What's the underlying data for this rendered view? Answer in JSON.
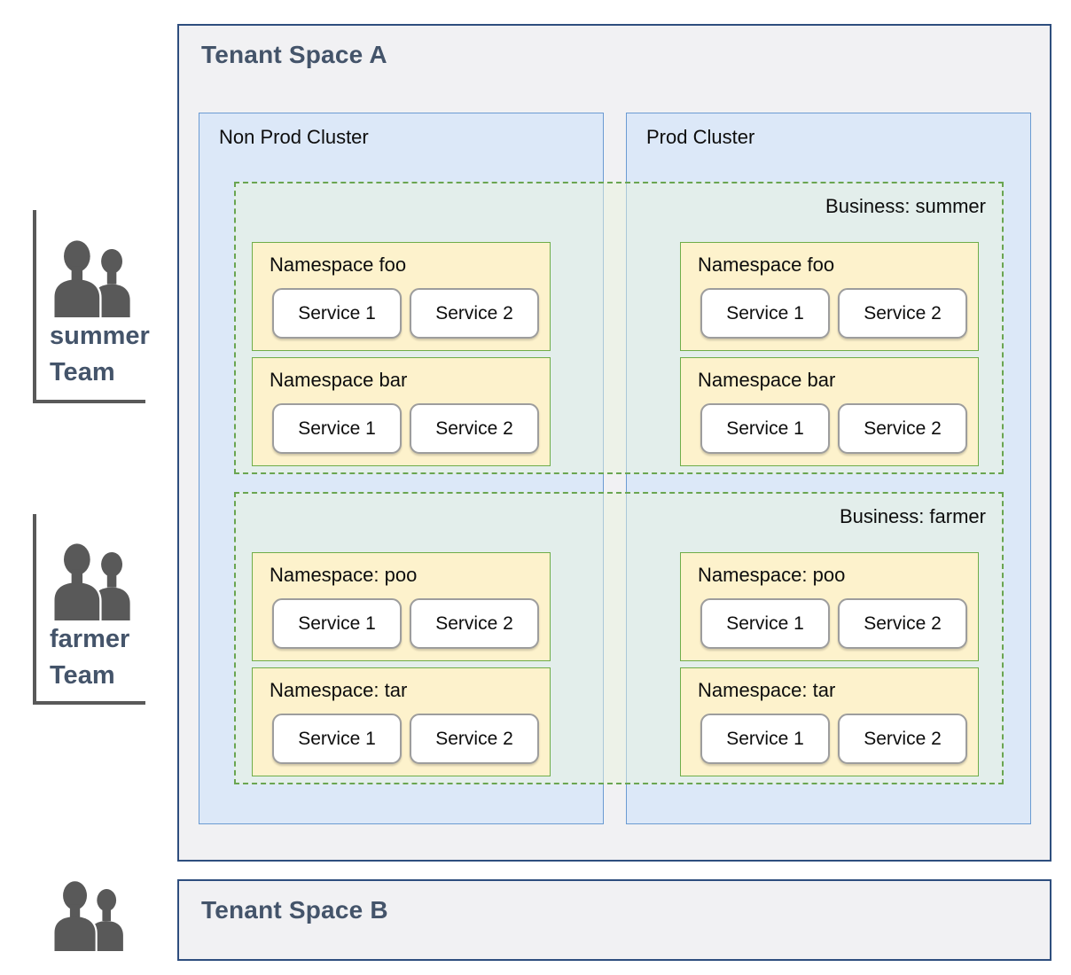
{
  "teams": [
    {
      "line1": "summer",
      "line2": "Team"
    },
    {
      "line1": "farmer",
      "line2": "Team"
    }
  ],
  "tenant_a": {
    "title": "Tenant Space A",
    "clusters": [
      {
        "label": "Non Prod Cluster"
      },
      {
        "label": "Prod Cluster"
      }
    ],
    "businesses": [
      {
        "label": "Business: summer",
        "columns": {
          "nonprod": [
            {
              "label": "Namespace foo",
              "services": [
                "Service 1",
                "Service 2"
              ]
            },
            {
              "label": "Namespace bar",
              "services": [
                "Service 1",
                "Service 2"
              ]
            }
          ],
          "prod": [
            {
              "label": "Namespace foo",
              "services": [
                "Service 1",
                "Service 2"
              ]
            },
            {
              "label": "Namespace bar",
              "services": [
                "Service 1",
                "Service 2"
              ]
            }
          ]
        }
      },
      {
        "label": "Business: farmer",
        "columns": {
          "nonprod": [
            {
              "label": "Namespace: poo",
              "services": [
                "Service 1",
                "Service 2"
              ]
            },
            {
              "label": "Namespace: tar",
              "services": [
                "Service 1",
                "Service 2"
              ]
            }
          ],
          "prod": [
            {
              "label": "Namespace: poo",
              "services": [
                "Service 1",
                "Service 2"
              ]
            },
            {
              "label": "Namespace: tar",
              "services": [
                "Service 1",
                "Service 2"
              ]
            }
          ]
        }
      }
    ]
  },
  "tenant_b": {
    "title": "Tenant Space B"
  },
  "colors": {
    "tenant_fill": "#f1f1f3",
    "tenant_border": "#2e4e7e",
    "cluster_fill": "#dce8f8",
    "cluster_border": "#6b9bd2",
    "business_border": "#6aa551",
    "namespace_fill": "#fdf2cc",
    "namespace_border": "#6fad49",
    "service_border": "#9d9d9d",
    "title_text": "#44546a",
    "icon_gray": "#595959"
  }
}
